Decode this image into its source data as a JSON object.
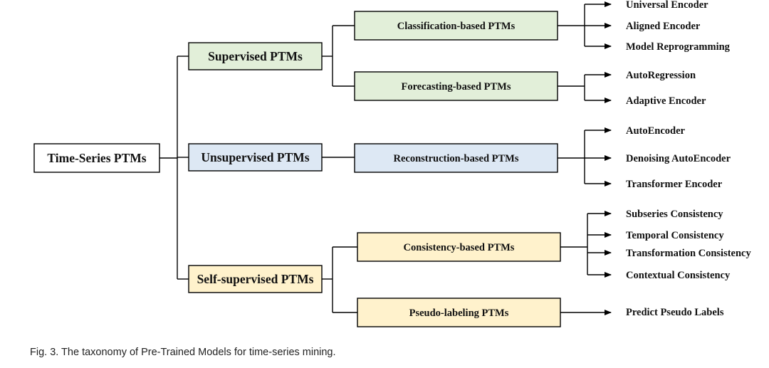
{
  "colors": {
    "root_fill": "#ffffff",
    "supervised_fill": "#e2efd9",
    "unsupervised_fill": "#dde8f4",
    "selfsupervised_fill": "#fff2cc",
    "line": "#000000"
  },
  "root": {
    "label": "Time-Series PTMs"
  },
  "categories": [
    {
      "label": "Supervised PTMs",
      "color_key": "supervised_fill",
      "subcategories": [
        {
          "label": "Classification-based PTMs",
          "methods": [
            "Universal Encoder",
            "Aligned Encoder",
            "Model Reprogramming"
          ]
        },
        {
          "label": "Forecasting-based PTMs",
          "methods": [
            "AutoRegression",
            "Adaptive Encoder"
          ]
        }
      ]
    },
    {
      "label": "Unsupervised PTMs",
      "color_key": "unsupervised_fill",
      "subcategories": [
        {
          "label": "Reconstruction-based PTMs",
          "methods": [
            "AutoEncoder",
            "Denoising AutoEncoder",
            "Transformer Encoder"
          ]
        }
      ]
    },
    {
      "label": "Self-supervised PTMs",
      "color_key": "selfsupervised_fill",
      "subcategories": [
        {
          "label": "Consistency-based PTMs",
          "methods": [
            "Subseries Consistency",
            "Temporal Consistency",
            "Transformation Consistency",
            "Contextual Consistency"
          ]
        },
        {
          "label": "Pseudo-labeling PTMs",
          "methods": [
            "Predict Pseudo Labels"
          ]
        }
      ]
    }
  ],
  "caption": "Fig. 3. The taxonomy of Pre-Trained Models for time-series mining."
}
